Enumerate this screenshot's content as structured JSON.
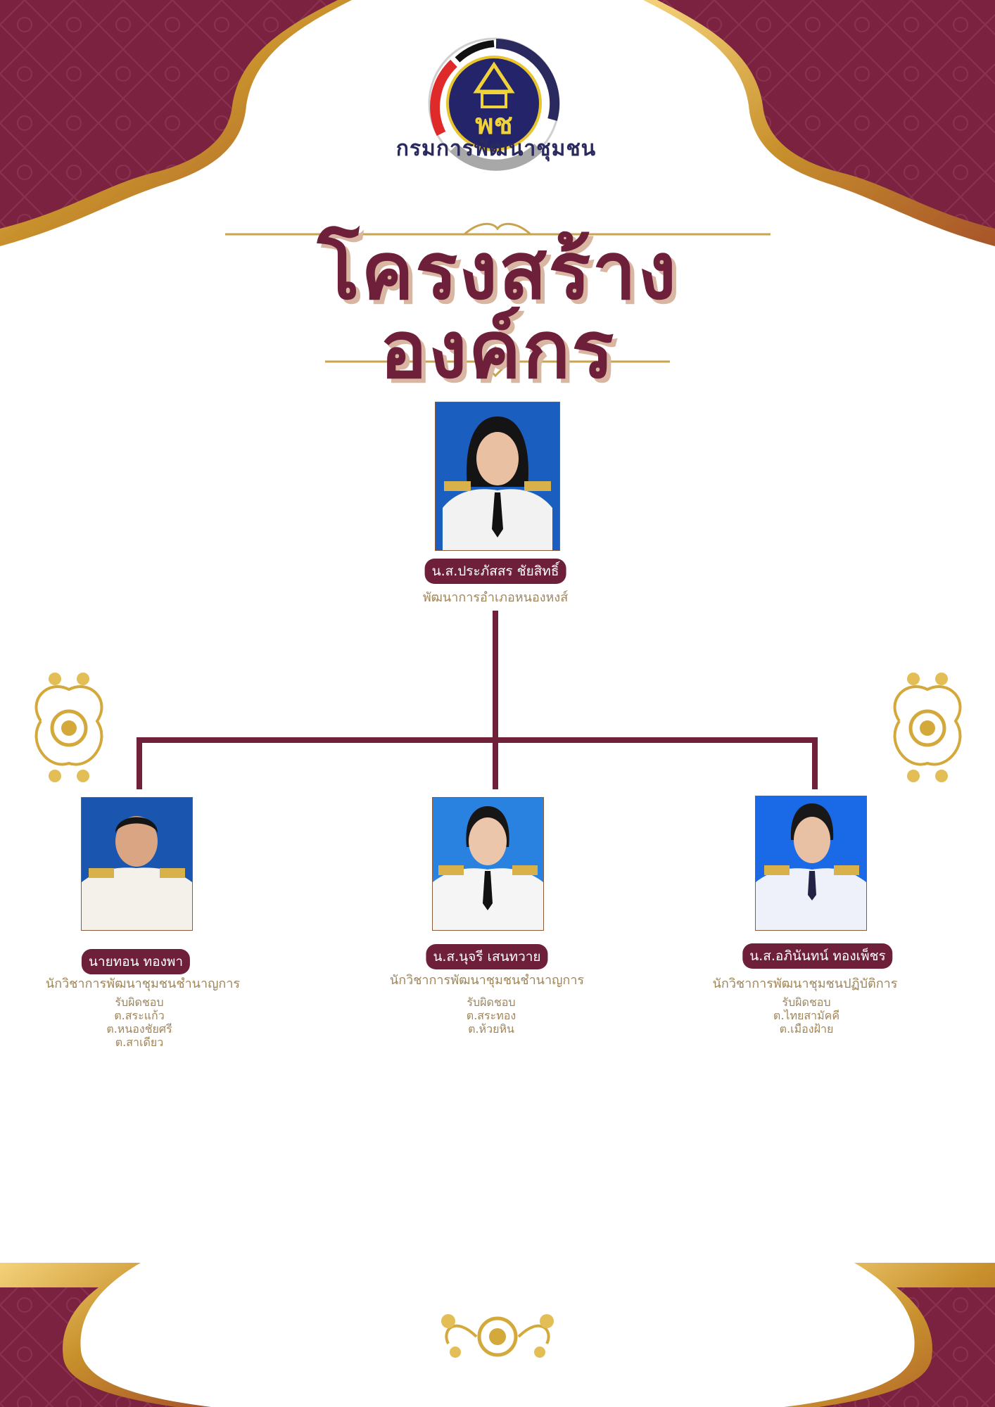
{
  "org": {
    "name": "กรมการพัฒนาชุมชน",
    "logo_letters": "พช",
    "title": "โครงสร้างองค์กร"
  },
  "colors": {
    "maroon": "#6e1f3a",
    "gold": "#d4a93c",
    "tan_text": "#a08558",
    "photo_bg_blue": "#1a6ad4"
  },
  "head": {
    "name": "น.ส.ประภัสสร ชัยสิทธิ์",
    "position": "พัฒนาการอำเภอหนองหงส์"
  },
  "staff": [
    {
      "name": "นายทอน ทองพา",
      "position": "นักวิชาการพัฒนาชุมชนชำนาญการ",
      "resp_label": "รับผิดชอบ",
      "areas": [
        "ต.สระแก้ว",
        "ต.หนองชัยศรี",
        "ต.สาเดียว"
      ]
    },
    {
      "name": "น.ส.นุจรี เสนทวาย",
      "position": "นักวิชาการพัฒนาชุมชนชำนาญการ",
      "resp_label": "รับผิดชอบ",
      "areas": [
        "ต.สระทอง",
        "ต.ห้วยหิน"
      ]
    },
    {
      "name": "น.ส.อภินันทน์ ทองเพ็ชร",
      "position": "นักวิชาการพัฒนาชุมชนปฏิบัติการ",
      "resp_label": "รับผิดชอบ",
      "areas": [
        "ต.ไทยสามัคคี",
        "ต.เมืองฝ้าย"
      ]
    }
  ]
}
